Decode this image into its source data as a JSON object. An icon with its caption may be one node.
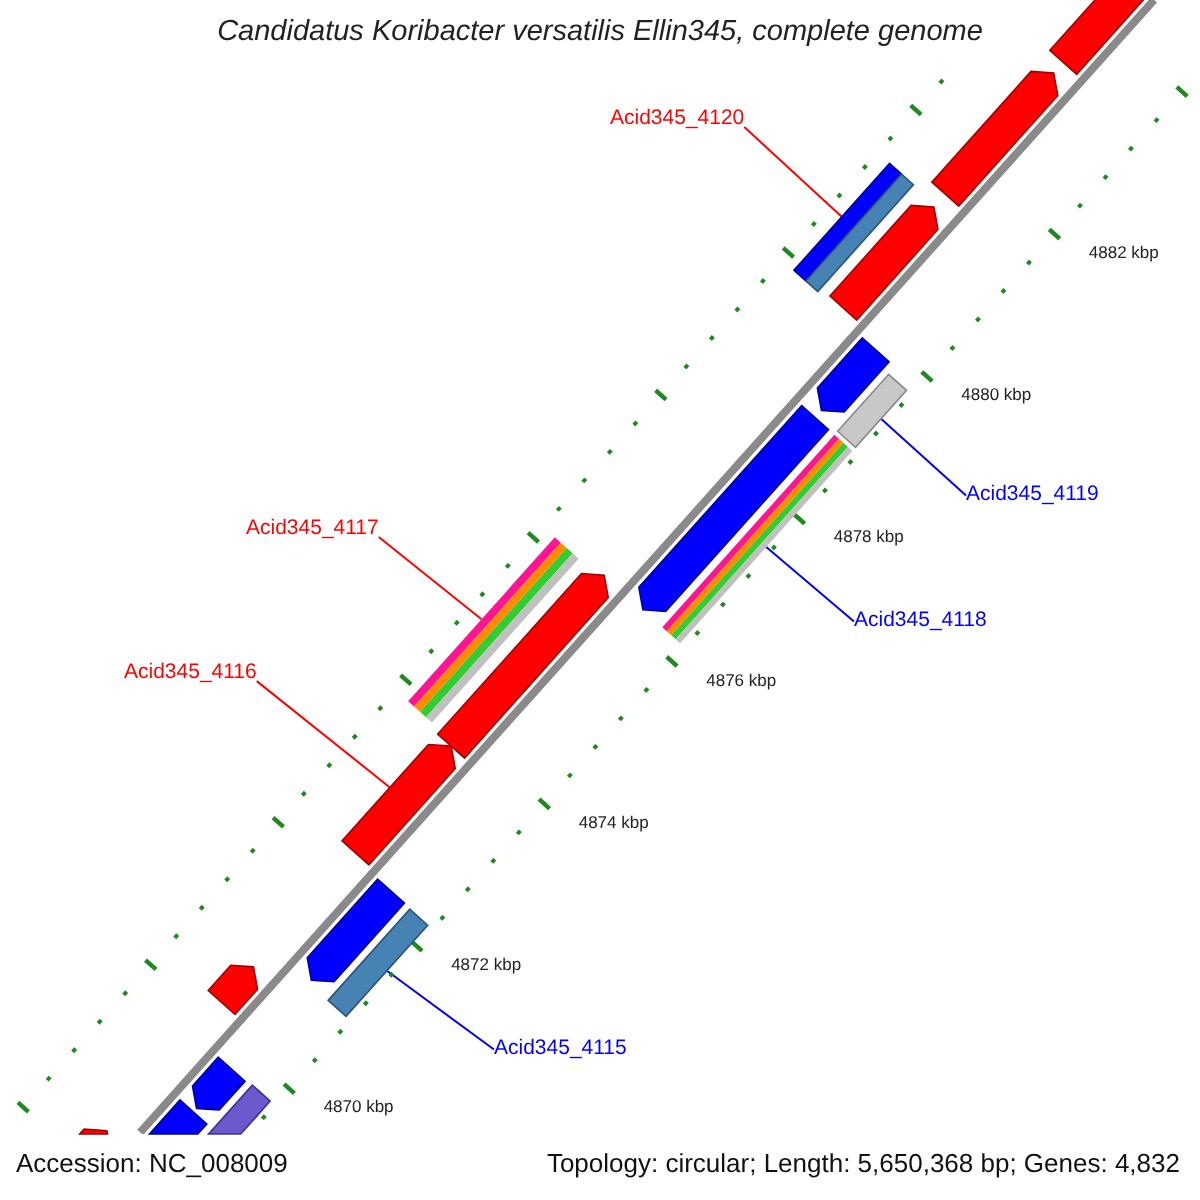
{
  "diagram": {
    "title": "Candidatus Koribacter versatilis Ellin345, complete genome",
    "nodes": [
      {
        "text": [
          "Acid345_4120"
        ]
      },
      {
        "text": [],
        "shape": "bar"
      },
      {
        "text": [
          "Acid345_4119"
        ]
      },
      {
        "text": [],
        "shape": "bar"
      },
      {
        "text": [
          "Acid345_4117"
        ]
      },
      {
        "text": [],
        "shape": "bar"
      },
      {
        "text": [
          "Acid345_4118"
        ]
      },
      {
        "text": [],
        "shape": "bar"
      },
      {
        "text": [
          "Acid345_4116"
        ]
      },
      {
        "text": [],
        "shape": "pentagon"
      },
      {
        "text": [
          "Acid345_4115"
        ]
      },
      {
        "text": [],
        "shape": "bar"
      },
      {
        "text": [],
        "shape": "pentagon"
      },
      {
        "text": [],
        "shape": "pentagon"
      },
      {
        "text": [],
        "shape": "pentagon"
      },
      {
        "text": [],
        "shape": "bar"
      },
      {
        "text": [],
        "shape": "pentagon"
      },
      {
        "text": [],
        "shape": "pentagon"
      },
      {
        "text": [],
        "shape": "pentagon"
      },
      {
        "text": [],
        "shape": "pentagon"
      },
      {
        "text": [],
        "shape": "pentagon"
      },
      {
        "text": [],
        "shape": "pentagon"
      },
      {
        "text": [],
        "shape": "bar"
      },
      {
        "text": [],
        "shape": "pentagon"
      },
      {
        "text": [],
        "shape": "pentagon"
      }
    ],
    "edges": [
      {
        "from": 0,
        "to": 1,
        "arrow": "none",
        "color": "#ff0000"
      },
      {
        "from": 2,
        "to": 3,
        "arrow": "none",
        "color": "#0000ff"
      },
      {
        "from": 4,
        "to": 5,
        "arrow": "none",
        "color": "#ff0000"
      },
      {
        "from": 6,
        "to": 7,
        "arrow": "none",
        "color": "#0000ff"
      },
      {
        "from": 8,
        "to": 9,
        "arrow": "none",
        "color": "#ff0000"
      },
      {
        "from": 10,
        "to": 11,
        "arrow": "none",
        "color": "#0000ff"
      }
    ],
    "labels": [
      "4882 kbp",
      "4880 kbp",
      "4878 kbp",
      "4876 kbp",
      "4874 kbp",
      "4872 kbp",
      "4870 kbp",
      "Accession: NC_008009",
      "Topology: circular; Length: 5,650,368 bp; Genes: 4,832"
    ]
  }
}
